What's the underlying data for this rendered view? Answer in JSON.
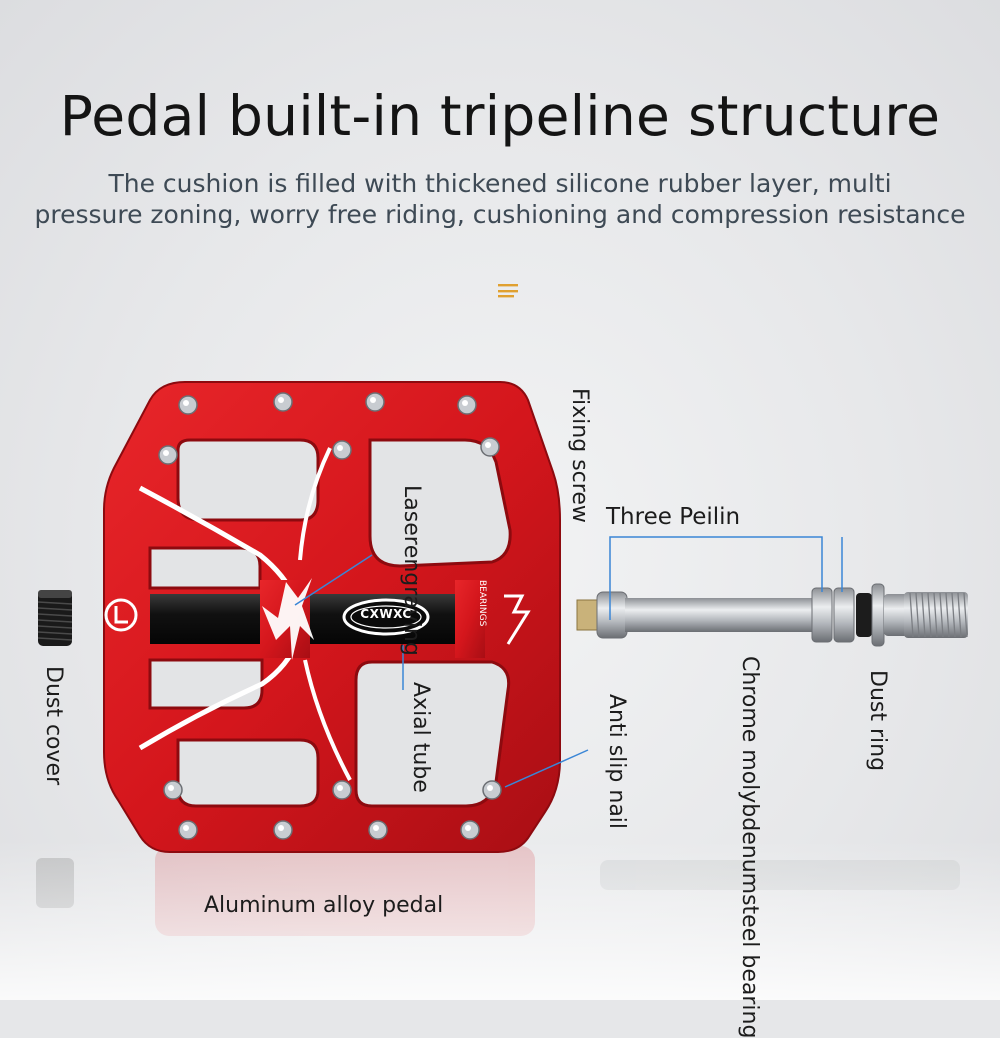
{
  "title": "Pedal built-in tripeline structure",
  "subtitle_line1": "The cushion is filled with thickened silicone rubber layer, multi",
  "subtitle_line2": "pressure zoning, worry free riding, cushioning and compression resistance",
  "brand_logo_text": "CXWXC",
  "bearings_mark": "3",
  "bearings_text": "BEARINGS",
  "labels": {
    "fixing_screw": "Fixing screw",
    "laser_engraving_1": "Laser",
    "laser_engraving_2": "engraving",
    "three_peilin": "Three Peilin",
    "dust_cover": "Dust cover",
    "axial_tube": "Axial tube",
    "anti_slip_nail": "Anti slip nail",
    "chrome_1": "Chrome molybdenum",
    "chrome_2": "steel bearing",
    "dust_ring": "Dust ring",
    "aluminum_pedal": "Aluminum alloy pedal"
  },
  "colors": {
    "pedal_red": "#d4161c",
    "pedal_dark_red": "#9b0d12",
    "leader_blue": "#3a86d6",
    "accent_orange": "#e0a030",
    "axle_black": "#161616"
  }
}
